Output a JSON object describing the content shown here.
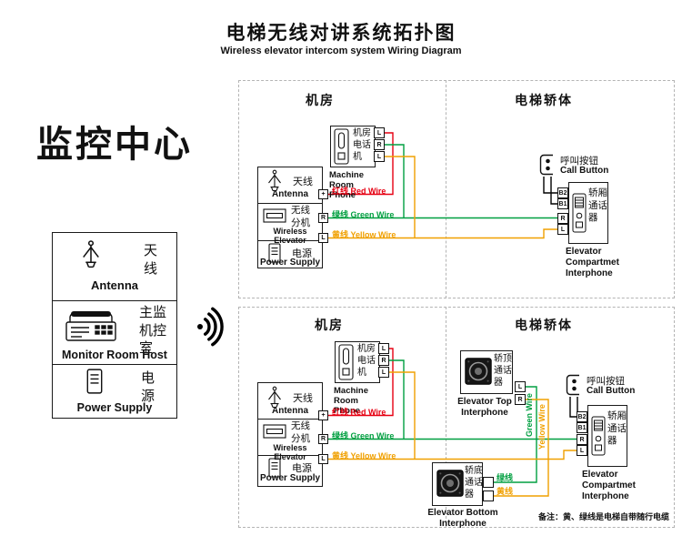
{
  "colors": {
    "red": "#e60012",
    "green": "#009f40",
    "yellow": "#f0a000",
    "line": "#000000",
    "dash": "#b4b4b4"
  },
  "title": {
    "zh": "电梯无线对讲系统拓扑图",
    "en": "Wireless elevator intercom system Wiring Diagram"
  },
  "monitor": {
    "heading": "监控中心",
    "rows": [
      {
        "zh": "天线",
        "en": "Antenna"
      },
      {
        "zh": "主监机控室",
        "en": "Monitor Room Host"
      },
      {
        "zh": "电源",
        "en": "Power Supply"
      }
    ]
  },
  "shared": {
    "machine_room": "机房",
    "elevator_car": "电梯轿体",
    "phone": {
      "zh": "机房电话机",
      "en": "Machine Room Phone",
      "terminals": [
        "L",
        "R",
        "L"
      ]
    },
    "antenna": {
      "zh": "天线",
      "en": "Antenna"
    },
    "wireless": {
      "zh": "无线分机",
      "en": "Wireless Elevator",
      "terminals": [
        "+",
        "R",
        "L"
      ]
    },
    "power": {
      "zh": "电源",
      "en": "Power Supply"
    },
    "call": {
      "zh": "呼叫按钮",
      "en": "Call Button"
    },
    "compartment": {
      "zh": "轿厢通话器",
      "en": "Elevator Compartmet Interphone",
      "terminals": [
        "B2",
        "B1",
        "R",
        "L"
      ]
    },
    "wires": {
      "red": "红线 Red Wire",
      "green": "绿线 Green Wire",
      "yellow": "黄线 Yellow Wire"
    }
  },
  "lower": {
    "top_interphone": {
      "zh": "轿顶通话器",
      "en": "Elevator Top Interphone",
      "terminals": [
        "L",
        "R"
      ]
    },
    "bottom_interphone": {
      "zh": "轿底通话器",
      "en": "Elevator Bottom Interphone",
      "green_label": "绿线",
      "yellow_label": "黄线"
    },
    "green_vertical": "Green Wire",
    "yellow_vertical": "Yellow Wire"
  },
  "note": "备注：黄、绿线是电梯自带随行电缆"
}
